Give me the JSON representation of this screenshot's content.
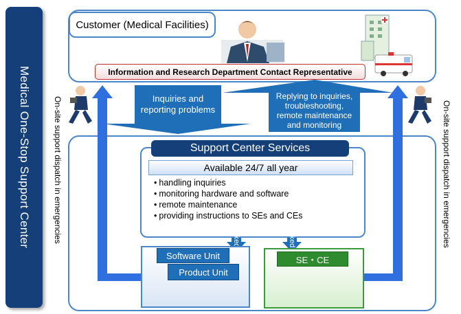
{
  "banner": {
    "title": "Medical One-Stop Support Center"
  },
  "dispatch": {
    "left": "On-site support dispatch in emergencies",
    "right": "On-site support dispatch in emergencies"
  },
  "top": {
    "customer": "Customer (Medical Facilities)",
    "contact": "Information and Research Department Contact Representative"
  },
  "arrows": {
    "inquiries": "Inquiries and reporting problems",
    "reply_lines": [
      "Replying to inquiries,",
      "troubleshooting,",
      "remote maintenance",
      "and monitoring"
    ]
  },
  "services": {
    "title": "Support Center Services",
    "availability": "Available 24/7 all year",
    "items": [
      "handling inquiries",
      "monitoring hardware and software",
      "remote maintenance",
      "providing instructions to SEs and CEs"
    ]
  },
  "links": {
    "label_left": "Linked",
    "label_right": "Linked"
  },
  "units": {
    "software": "Software Unit",
    "product": "Product Unit",
    "sece": "SE・CE"
  },
  "colors": {
    "navy": "#143f78",
    "blue": "#1f6fb8",
    "border": "#4a86c8",
    "green": "#2e8b2e",
    "arrow": "#2f6fe0"
  }
}
